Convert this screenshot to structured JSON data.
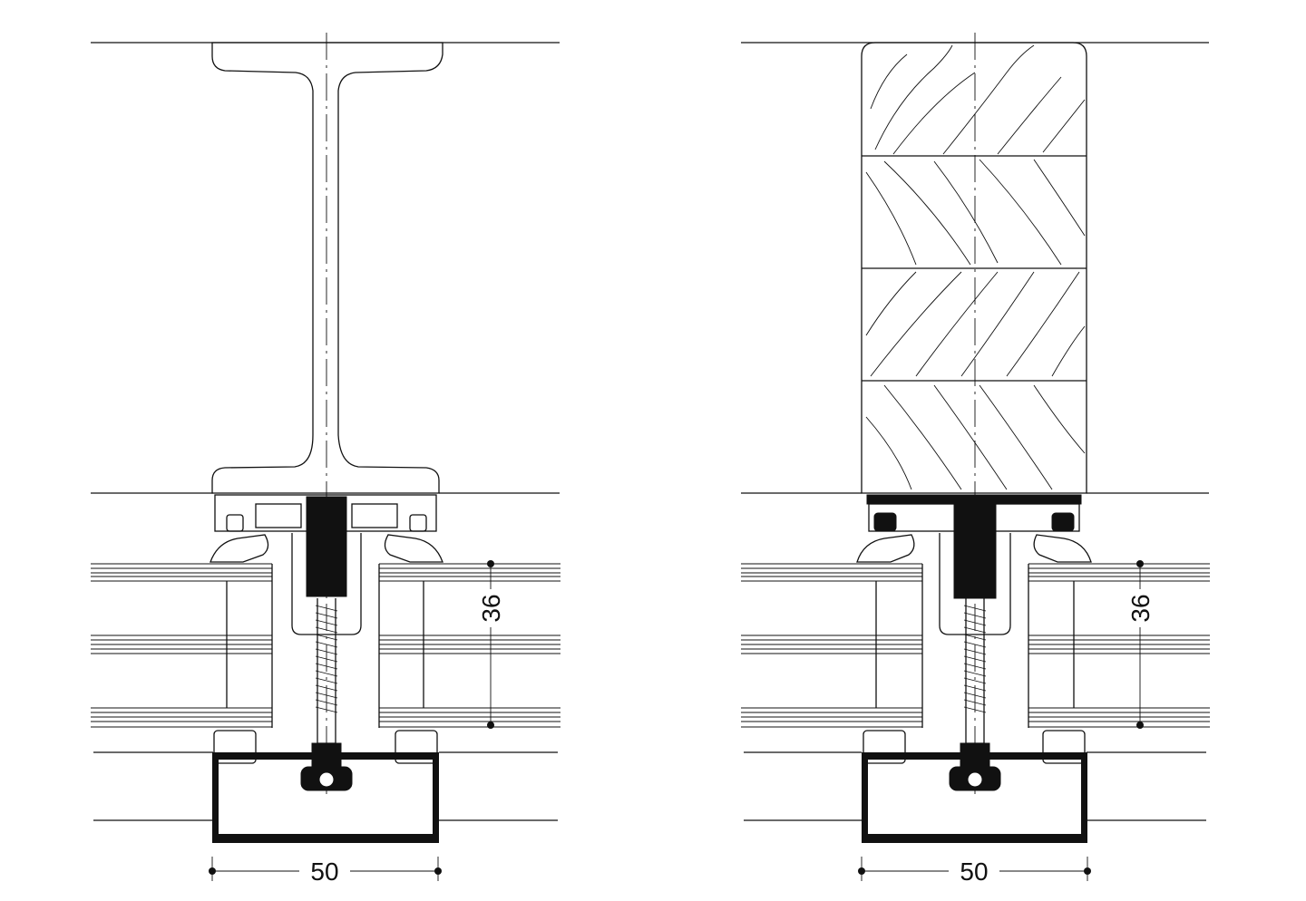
{
  "drawings": [
    {
      "name": "steel-beam-section",
      "dim_width": "50",
      "dim_glass": "36"
    },
    {
      "name": "timber-beam-section",
      "dim_width": "50",
      "dim_glass": "36"
    }
  ],
  "colors": {
    "line": "#111111",
    "background": "#ffffff"
  }
}
